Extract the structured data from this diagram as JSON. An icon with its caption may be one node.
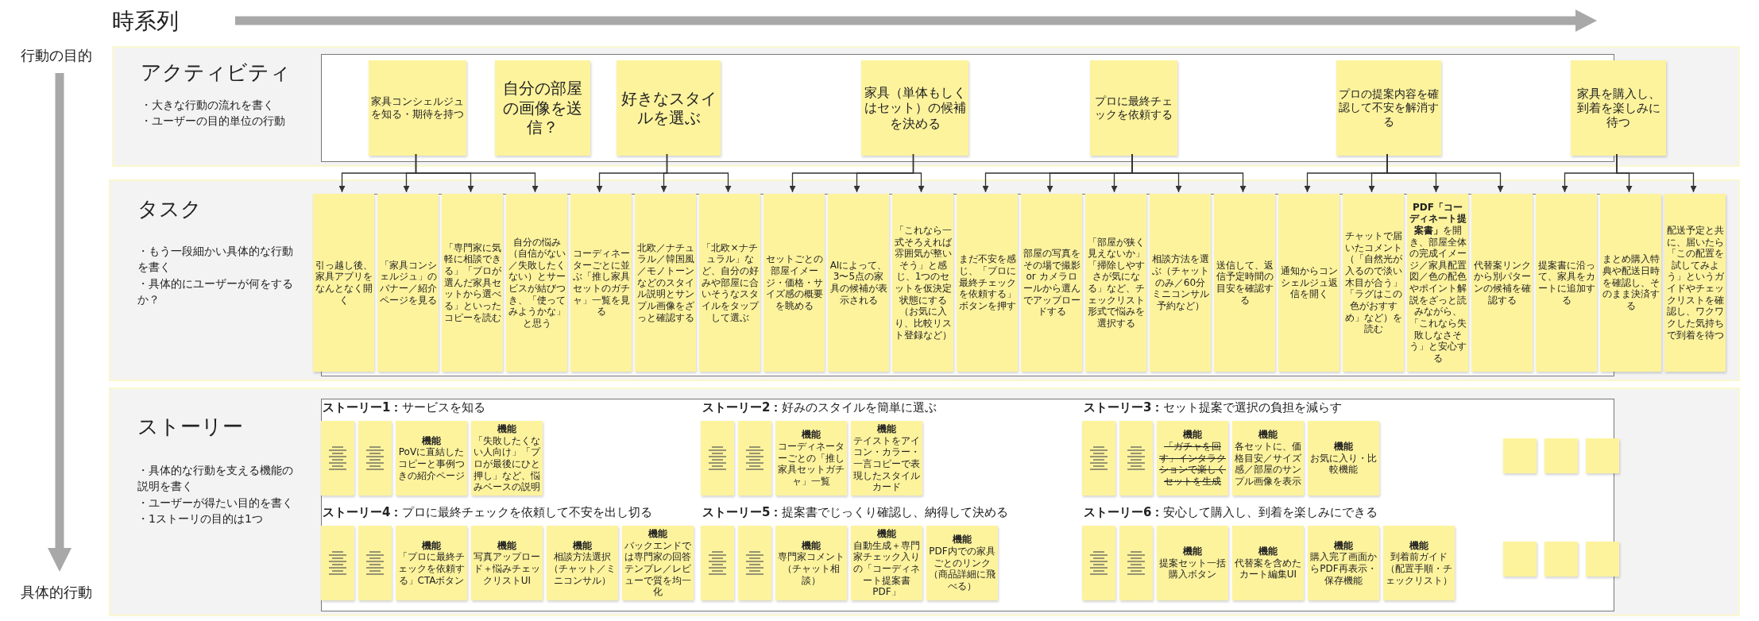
{
  "diagram": {
    "nodes": [
      {
        "text": [
          "アクティビティ",
          "・大きな行動の流れを書く",
          "・ユーザーの目的単位の行動"
        ]
      },
      {
        "text": [
          "家具コンシェルジュを知る・期待を持つ"
        ],
        "in": 0
      },
      {
        "text": [
          "自分の部屋の画像を送信？"
        ],
        "in": 0
      },
      {
        "text": [
          "好きなスタイルを選ぶ"
        ],
        "in": 0
      },
      {
        "text": [
          "家具（単体もしくはセット）の候補を決める"
        ],
        "in": 0
      },
      {
        "text": [
          "プロに最終チェックを依頼する"
        ],
        "in": 0
      },
      {
        "text": [
          "プロの提案内容を確認して不安を解消する"
        ],
        "in": 0
      },
      {
        "text": [
          "家具を購入し、到着を楽しみに待つ"
        ],
        "in": 0
      },
      {
        "text": [
          "タスク",
          "・もう一段細かい具体的な行動を書く",
          "・具体的にユーザーが何をするか？"
        ]
      },
      {
        "text": [
          "引っ越し後、家具アプリをなんとなく開く"
        ],
        "in": 8
      },
      {
        "text": [
          "「家具コンシェルジュ」のバナー／紹介ページを見る"
        ],
        "in": 8
      },
      {
        "text": [
          "「専門家に気軽に相談できる」「プロが選んだ家具セットから選べる」といったコピーを読む"
        ],
        "in": 8
      },
      {
        "text": [
          "自分の悩み（自信がない／失敗したくない）とサービスが結びつき、「使ってみようかな」と思う"
        ],
        "in": 8
      },
      {
        "text": [
          "コーディネーターごとに並ぶ「推し家具セットのガチャ」一覧を見る"
        ],
        "in": 8
      },
      {
        "text": [
          "北欧／ナチュラル／韓国風／モノトーンなどのスタイル説明とサンプル画像をざっと確認する"
        ],
        "in": 8
      },
      {
        "text": [
          "「北欧×ナチュラル」など、自分の好みや部屋に合いそうなスタイルをタップして選ぶ"
        ],
        "in": 8
      },
      {
        "text": [
          "セットごとの部屋イメージ・価格・サイズ感の概要を眺める"
        ],
        "in": 8
      },
      {
        "text": [
          "AIによって、3〜5点の家具の候補が表示される"
        ],
        "in": 8
      },
      {
        "text": [
          "「これなら一式そろえれば雰囲気が整いそう」と感じ、1つのセットを仮決定状態にする（お気に入り、比較リスト登録など）"
        ],
        "in": 8
      },
      {
        "text": [
          "まだ不安を感じ、「プロに最終チェックを依頼する」ボタンを押す"
        ],
        "in": 8
      },
      {
        "text": [
          "部屋の写真をその場で撮影 or カメラロールから選んでアップロードする"
        ],
        "in": 8
      },
      {
        "text": [
          "「部屋が狭く見えないか」「掃除しやすさが気になる」など、チェックリスト形式で悩みを選択する"
        ],
        "in": 8
      },
      {
        "text": [
          "相談方法を選ぶ（チャットのみ／60分ミニコンサル予約など）"
        ],
        "in": 8
      },
      {
        "text": [
          "送信して、返信予定時間の目安を確認する"
        ],
        "in": 8
      },
      {
        "text": [
          "通知からコンシェルジュ返信を開く"
        ],
        "in": 8
      },
      {
        "text": [
          "チャットで届いたコメント（「自然光が入るので淡い木目が合う」「ラグはこの色がおすすめ」など）を読む"
        ],
        "in": 8
      },
      {
        "text": [
          "**PDF「コーディネート提案書」**を開き、部屋全体の完成イメージ／家具配置図／色の配色やポイント解説をざっと読みながら、「これなら失敗しなさそう」と安心する"
        ],
        "in": 8
      },
      {
        "text": [
          "代替案リンクから別パターンの候補を確認する"
        ],
        "in": 8
      },
      {
        "text": [
          "提案書に沿って、家具をカートに追加する"
        ],
        "in": 8
      },
      {
        "text": [
          "まとめ購入特典や配送日時を確認し、そのまま決済する"
        ],
        "in": 8
      },
      {
        "text": [
          "配送予定と共に、届いたら「この配置を試してみよう」というガイドやチェックリストを確認し、ワクワクした気持ちで到着を待つ"
        ],
        "in": 8
      },
      {
        "text": [
          "ストーリー",
          "・具体的な行動を支える機能の説明を書く",
          "・ユーザーが得たい目的を書く",
          "・1ストーリの目的は1つ"
        ]
      },
      {
        "text": [],
        "shape": "box",
        "in": 31
      },
      {
        "text": [],
        "shape": "box",
        "in": 31
      },
      {
        "text": [
          "機能",
          "PoVに直結したコピーと事例つきの紹介ページ"
        ],
        "in": 31
      },
      {
        "text": [
          "機能",
          "「失敗したくない人向け」「プロが最後にひと押し」など、悩みベースの説明"
        ],
        "in": 31
      },
      {
        "text": [],
        "shape": "box",
        "in": 31
      },
      {
        "text": [],
        "shape": "box",
        "in": 31
      },
      {
        "text": [
          "機能",
          "コーディネーターごとの「推し家具セットガチャ」一覧"
        ],
        "in": 31
      },
      {
        "text": [
          "機能",
          "テイストをアイコン・カラー・一言コピーで表現したスタイルカード"
        ],
        "in": 31
      },
      {
        "text": [],
        "shape": "box",
        "in": 31
      },
      {
        "text": [],
        "shape": "box",
        "in": 31
      },
      {
        "text": [
          "機能",
          "「ガチャを回す」インタラクションで楽しくセットを生成"
        ],
        "in": 31
      },
      {
        "text": [
          "機能",
          "各セットに、価格目安／サイズ感／部屋のサンプル画像を表示"
        ],
        "in": 31
      },
      {
        "text": [
          "機能",
          "お気に入り・比較機能"
        ],
        "in": 31
      },
      {
        "text": [],
        "shape": "box",
        "in": 31
      },
      {
        "text": [],
        "shape": "box",
        "in": 31
      },
      {
        "text": [],
        "shape": "box",
        "in": 31
      },
      {
        "text": [],
        "shape": "box",
        "in": 31
      },
      {
        "text": [],
        "shape": "box",
        "in": 31
      },
      {
        "text": [
          "機能",
          "「プロに最終チェックを依頼する」CTAボタン"
        ],
        "in": 31
      },
      {
        "text": [
          "機能",
          "写真アップロード＋悩みチェックリストUI"
        ],
        "in": 31
      },
      {
        "text": [
          "機能",
          "相談方法選択（チャット／ミニコンサル）"
        ],
        "in": 31
      },
      {
        "text": [
          "機能",
          "バックエンドでは専門家の回答テンプレ／レビューで質を均一化"
        ],
        "in": 31
      },
      {
        "text": [],
        "shape": "box",
        "in": 31
      },
      {
        "text": [],
        "shape": "box",
        "in": 31
      },
      {
        "text": [
          "機能",
          "専門家コメント（チャット相談）"
        ],
        "in": 31
      },
      {
        "text": [
          "機能",
          "自動生成＋専門家チェック入りの「コーディネート提案書PDF」"
        ],
        "in": 31
      },
      {
        "text": [
          "機能",
          "PDF内での家具ごとのリンク（商品詳細に飛べる）"
        ],
        "in": 31
      },
      {
        "text": [],
        "shape": "box",
        "in": 31
      },
      {
        "text": [],
        "shape": "box",
        "in": 31
      },
      {
        "text": [
          "機能",
          "提案セット一括購入ボタン"
        ],
        "in": 31
      },
      {
        "text": [
          "機能",
          "代替案を含めたカート編集UI"
        ],
        "in": 31
      },
      {
        "text": [
          "機能",
          "購入完了画面からPDF再表示・保存機能"
        ],
        "in": 31
      },
      {
        "text": [
          "機能",
          "到着前ガイド（配置手順・チェックリスト）"
        ],
        "in": 31
      },
      {
        "text": [],
        "shape": "box",
        "in": 31
      },
      {
        "text": [],
        "shape": "box",
        "in": 31
      },
      {
        "text": [],
        "shape": "box",
        "in": 31
      }
    ],
    "edges": [
      {
        "from": 1,
        "to": 9,
        "arrow": "to"
      },
      {
        "from": 1,
        "to": 10,
        "arrow": "to"
      },
      {
        "from": 1,
        "to": 11,
        "arrow": "to"
      },
      {
        "from": 1,
        "to": 12,
        "arrow": "to"
      },
      {
        "from": 3,
        "to": 13,
        "arrow": "to"
      },
      {
        "from": 3,
        "to": 14,
        "arrow": "to"
      },
      {
        "from": 3,
        "to": 15,
        "arrow": "to"
      },
      {
        "from": 4,
        "to": 16,
        "arrow": "to"
      },
      {
        "from": 4,
        "to": 17,
        "arrow": "to"
      },
      {
        "from": 4,
        "to": 18,
        "arrow": "to"
      },
      {
        "from": 5,
        "to": 19,
        "arrow": "to"
      },
      {
        "from": 5,
        "to": 20,
        "arrow": "to"
      },
      {
        "from": 5,
        "to": 21,
        "arrow": "to"
      },
      {
        "from": 5,
        "to": 22,
        "arrow": "to"
      },
      {
        "from": 5,
        "to": 23,
        "arrow": "to"
      },
      {
        "from": 6,
        "to": 24,
        "arrow": "to"
      },
      {
        "from": 6,
        "to": 25,
        "arrow": "to"
      },
      {
        "from": 6,
        "to": 26,
        "arrow": "to"
      },
      {
        "from": 6,
        "to": 27,
        "arrow": "to"
      },
      {
        "from": 7,
        "to": 28,
        "arrow": "to"
      },
      {
        "from": 7,
        "to": 29,
        "arrow": "to"
      },
      {
        "from": 7,
        "to": 30,
        "arrow": "to"
      }
    ],
    "labels": [
      "時系列",
      "行動の目的",
      "**ストーリー1：**サービスを知る",
      "**ストーリー2：**好みのスタイルを簡単に選ぶ",
      "**ストーリー3：**セット提案で選択の負担を減らす",
      "**ストーリー4：**プロに最終チェックを依頼して不安を出し切る",
      "**ストーリー5：**提案書でじっくり確認し、納得して決める",
      "**ストーリー6：**安心して購入し、到着を楽しみにできる",
      "具体的行動"
    ]
  }
}
